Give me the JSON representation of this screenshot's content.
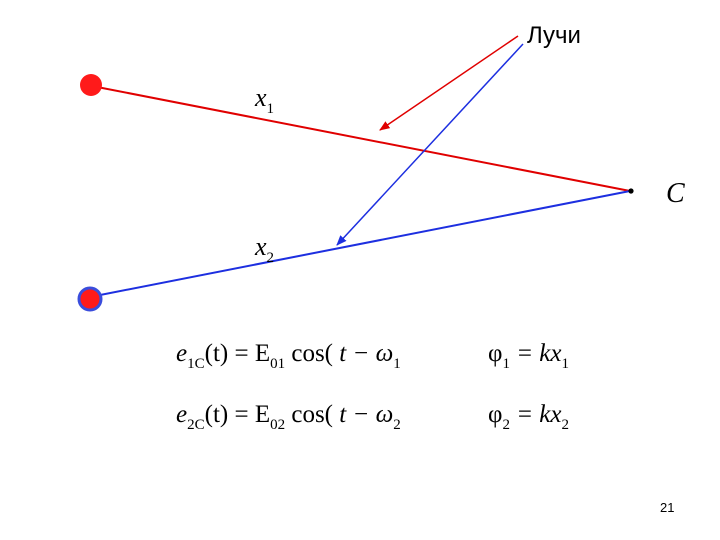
{
  "annotation": {
    "rays_label": "Лучи"
  },
  "labels": {
    "x1": {
      "base": "x",
      "sub": "1"
    },
    "x2": {
      "base": "x",
      "sub": "2"
    },
    "point_c": "C"
  },
  "colors": {
    "ray_red": "#e00000",
    "ray_blue": "#1d2fe0",
    "source_fill": "#ff1a1a",
    "source2_ring": "#3a4ddc"
  },
  "equations": {
    "eq1": {
      "lhs_e": "e",
      "lhs_sub": "1C",
      "lhs_args": "(t) = E",
      "amp_sub": "01",
      "cos": " cos(",
      "t_minus": " t −  ω",
      "trail_sub": "1",
      "phi": "φ",
      "phi_sub": "1",
      "rhs": " = kx",
      "rhs_sub": "1"
    },
    "eq2": {
      "lhs_e": "e",
      "lhs_sub": "2C",
      "lhs_args": "(t) = E",
      "amp_sub": "02",
      "cos": " cos(",
      "t_minus": " t −  ω",
      "trail_sub": "2",
      "phi": "φ",
      "phi_sub": "2",
      "rhs": " = kx",
      "rhs_sub": "2"
    }
  },
  "page_number": "21"
}
